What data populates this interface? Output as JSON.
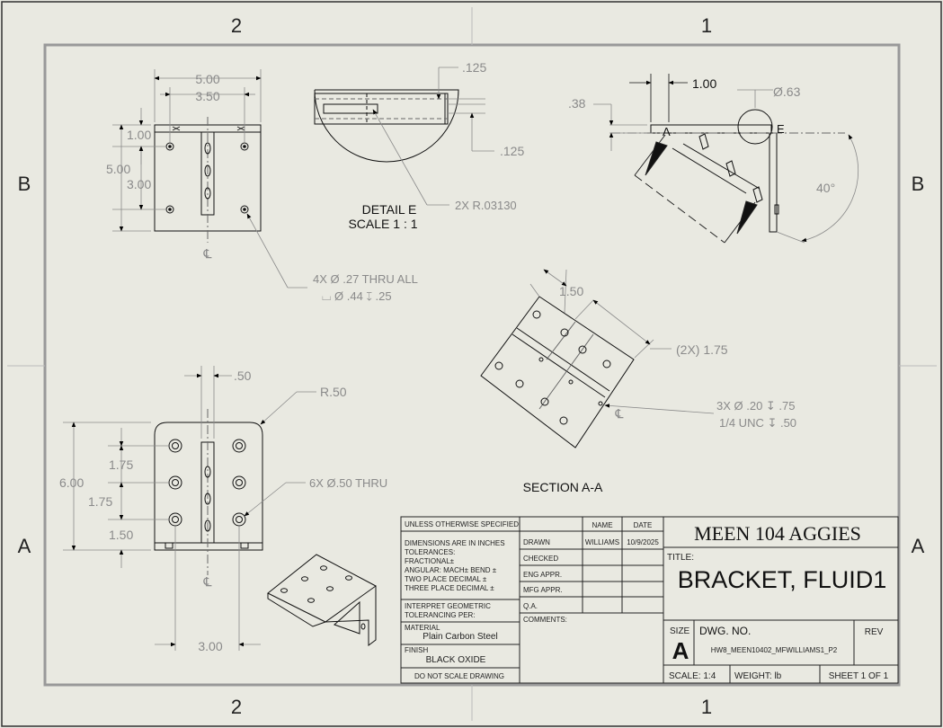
{
  "zones": {
    "top_left": "2",
    "top_right": "1",
    "bottom_left": "2",
    "bottom_right": "1",
    "left_top": "B",
    "left_bottom": "A",
    "right_top": "B",
    "right_bottom": "A"
  },
  "front_view": {
    "d500h": "5.00",
    "d350": "3.50",
    "d100": "1.00",
    "d500v": "5.00",
    "d300": "3.00",
    "cl": "℄"
  },
  "detail": {
    "d125a": ".125",
    "d125b": ".125",
    "title": "DETAIL E",
    "scale": "SCALE 1 : 1",
    "radius": "2X R.03130",
    "callout": "E"
  },
  "hole_note": {
    "line1": "4X  Ø .27 THRU ALL",
    "line2": "⌴ Ø .44 ↧ .25"
  },
  "side_view": {
    "d100": "1.00",
    "dia": "Ø.63",
    "d38": ".38",
    "angle": "40°",
    "label_a": "A"
  },
  "section": {
    "d150": "1.50",
    "d175x2": "(2X) 1.75",
    "tap1": "3X  Ø .20 ↧ .75",
    "tap2": "1/4 UNC ↧ .50",
    "title": "SECTION A-A",
    "cl": "℄"
  },
  "bottom_view": {
    "d50": ".50",
    "r50": "R.50",
    "d600": "6.00",
    "d175a": "1.75",
    "d175b": "1.75",
    "d150": "1.50",
    "d300": "3.00",
    "thru": "6X  Ø.50 THRU",
    "cl": "℄"
  },
  "title_block": {
    "unless": "UNLESS OTHERWISE SPECIFIED:",
    "dims": "DIMENSIONS ARE IN INCHES",
    "tol": "TOLERANCES:",
    "frac": "FRACTIONAL±",
    "angular": "ANGULAR: MACH±    BEND ±",
    "two": "TWO PLACE DECIMAL    ±",
    "three": "THREE PLACE DECIMAL  ±",
    "interp": "INTERPRET GEOMETRIC",
    "tolper": "TOLERANCING PER:",
    "material_label": "MATERIAL",
    "material": "Plain Carbon Steel",
    "finish_label": "FINISH",
    "finish": "BLACK OXIDE",
    "noscale": "DO NOT SCALE DRAWING",
    "name_h": "NAME",
    "date_h": "DATE",
    "drawn": "DRAWN",
    "drawn_name": "WILLIAMS",
    "drawn_date": "10/9/2025",
    "checked": "CHECKED",
    "eng": "ENG APPR.",
    "mfg": "MFG APPR.",
    "qa": "Q.A.",
    "comments": "COMMENTS:",
    "company": "MEEN 104 AGGIES",
    "title_label": "TITLE:",
    "title": "BRACKET, FLUID1",
    "size_label": "SIZE",
    "size": "A",
    "dwg_label": "DWG.  NO.",
    "dwg_no": "HW8_MEEN10402_MFWILLIAMS1_P2",
    "rev_label": "REV",
    "scale": "SCALE: 1:4",
    "weight": "WEIGHT: lb",
    "sheet": "SHEET 1 OF 1"
  }
}
